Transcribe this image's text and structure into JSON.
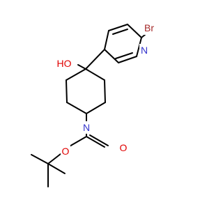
{
  "structure": {
    "atoms": {
      "br": {
        "label": "Br",
        "color": "#a52a2a"
      },
      "pyridine_n": {
        "label": "N",
        "color": "#3333cc"
      },
      "hydroxyl": {
        "label": "HO",
        "color": "#e00000"
      },
      "piperidine_n": {
        "label": "N",
        "color": "#3333cc"
      },
      "ester_o": {
        "label": "O",
        "color": "#e00000"
      },
      "carbonyl_o": {
        "label": "O",
        "color": "#e00000"
      }
    }
  }
}
